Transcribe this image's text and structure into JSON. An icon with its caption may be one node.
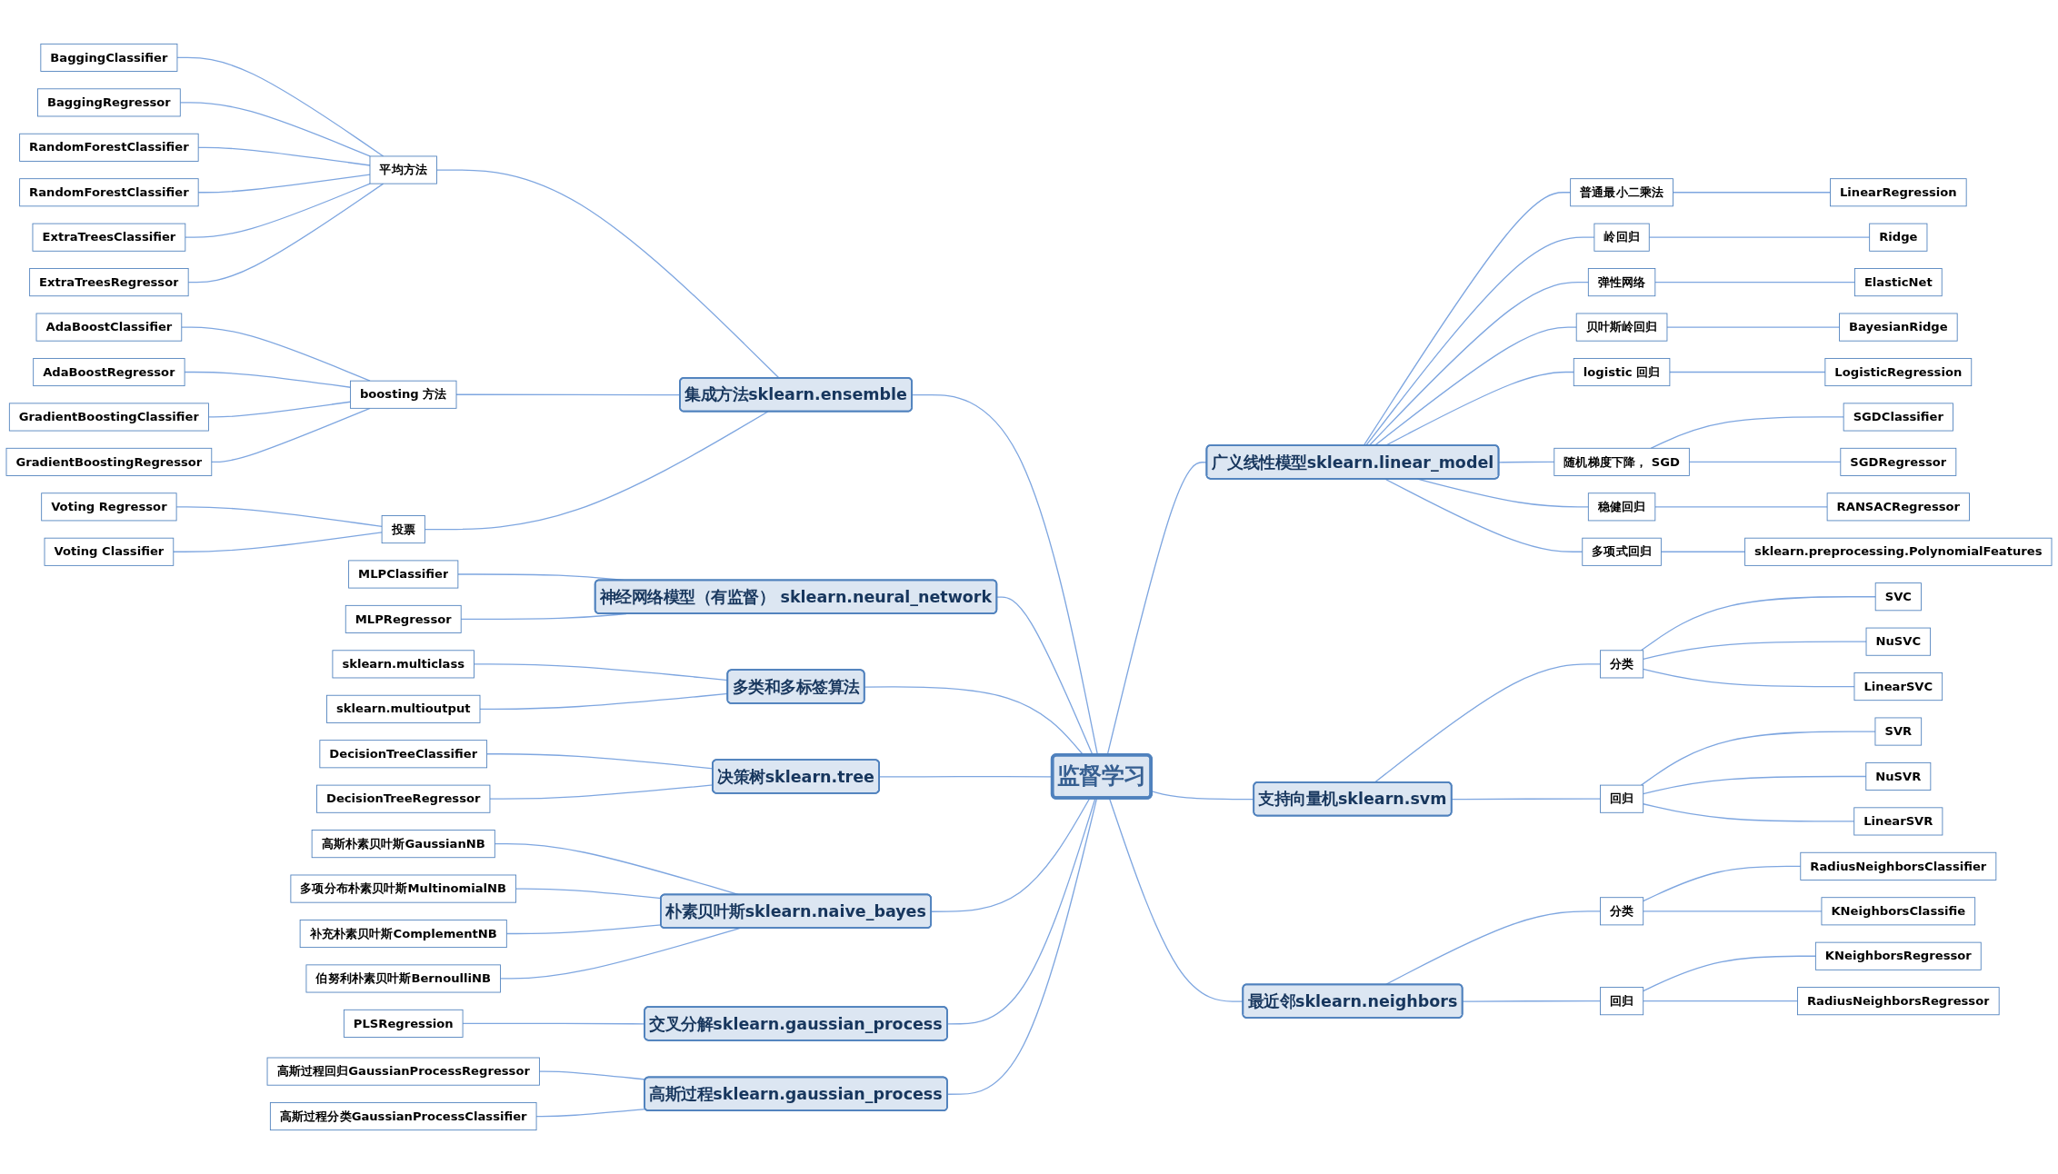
{
  "diagram": {
    "nodes": [
      {
        "text": [
          "监督学习"
        ]
      },
      {
        "text": [
          "神经网络模型（有监督） sklearn.neural_network"
        ]
      },
      {
        "text": [
          "MLPClassifier"
        ]
      },
      {
        "text": [
          "MLPRegressor"
        ]
      },
      {
        "text": [
          "多类和多标签算法"
        ]
      },
      {
        "text": [
          "sklearn.multiclass"
        ]
      },
      {
        "text": [
          "sklearn.multioutput"
        ]
      },
      {
        "text": [
          "集成方法sklearn.ensemble"
        ]
      },
      {
        "text": [
          "平均方法"
        ]
      },
      {
        "text": [
          "BaggingClassifier"
        ]
      },
      {
        "text": [
          "BaggingRegressor"
        ]
      },
      {
        "text": [
          "RandomForestClassifier"
        ]
      },
      {
        "text": [
          "RandomForestClassifier"
        ]
      },
      {
        "text": [
          "ExtraTreesClassifier"
        ]
      },
      {
        "text": [
          "ExtraTreesRegressor"
        ]
      },
      {
        "text": [
          "boosting 方法"
        ]
      },
      {
        "text": [
          "AdaBoostClassifier"
        ]
      },
      {
        "text": [
          "AdaBoostRegressor"
        ]
      },
      {
        "text": [
          "GradientBoostingClassifier"
        ]
      },
      {
        "text": [
          "GradientBoostingRegressor"
        ]
      },
      {
        "text": [
          "投票"
        ]
      },
      {
        "text": [
          "Voting Regressor"
        ]
      },
      {
        "text": [
          "Voting Classifier"
        ]
      },
      {
        "text": [
          "决策树sklearn.tree"
        ]
      },
      {
        "text": [
          "DecisionTreeClassifier"
        ]
      },
      {
        "text": [
          "DecisionTreeRegressor"
        ]
      },
      {
        "text": [
          "朴素贝叶斯sklearn.naive_bayes"
        ]
      },
      {
        "text": [
          "高斯朴素贝叶斯GaussianNB"
        ]
      },
      {
        "text": [
          "多项分布朴素贝叶斯MultinomialNB"
        ]
      },
      {
        "text": [
          "补充朴素贝叶斯ComplementNB"
        ]
      },
      {
        "text": [
          "伯努利朴素贝叶斯BernoulliNB"
        ]
      },
      {
        "text": [
          "交叉分解sklearn.gaussian_process"
        ]
      },
      {
        "text": [
          "PLSRegression"
        ]
      },
      {
        "text": [
          "高斯过程sklearn.gaussian_process"
        ]
      },
      {
        "text": [
          "高斯过程回归GaussianProcessRegressor"
        ]
      },
      {
        "text": [
          "高斯过程分类GaussianProcessClassifier"
        ]
      },
      {
        "text": [
          "广义线性模型sklearn.linear_model"
        ]
      },
      {
        "text": [
          "普通最小二乘法"
        ]
      },
      {
        "text": [
          "LinearRegression"
        ]
      },
      {
        "text": [
          "岭回归"
        ]
      },
      {
        "text": [
          "Ridge"
        ]
      },
      {
        "text": [
          "弹性网络"
        ]
      },
      {
        "text": [
          "ElasticNet"
        ]
      },
      {
        "text": [
          "贝叶斯岭回归"
        ]
      },
      {
        "text": [
          "BayesianRidge"
        ]
      },
      {
        "text": [
          "logistic 回归"
        ]
      },
      {
        "text": [
          "LogisticRegression"
        ]
      },
      {
        "text": [
          "随机梯度下降， SGD"
        ]
      },
      {
        "text": [
          "SGDClassifier"
        ]
      },
      {
        "text": [
          "SGDRegressor"
        ]
      },
      {
        "text": [
          "稳健回归"
        ]
      },
      {
        "text": [
          "RANSACRegressor"
        ]
      },
      {
        "text": [
          "多项式回归"
        ]
      },
      {
        "text": [
          "sklearn.preprocessing.PolynomialFeatures"
        ]
      },
      {
        "text": [
          "支持向量机sklearn.svm"
        ]
      },
      {
        "text": [
          "分类"
        ]
      },
      {
        "text": [
          "SVC"
        ]
      },
      {
        "text": [
          "NuSVC"
        ]
      },
      {
        "text": [
          "LinearSVC"
        ]
      },
      {
        "text": [
          "回归"
        ]
      },
      {
        "text": [
          "SVR"
        ]
      },
      {
        "text": [
          "NuSVR"
        ]
      },
      {
        "text": [
          "LinearSVR"
        ]
      },
      {
        "text": [
          "最近邻sklearn.neighbors"
        ]
      },
      {
        "text": [
          "分类"
        ]
      },
      {
        "text": [
          "RadiusNeighborsClassifier"
        ]
      },
      {
        "text": [
          "KNeighborsClassifie"
        ]
      },
      {
        "text": [
          "回归"
        ]
      },
      {
        "text": [
          "KNeighborsRegressor"
        ]
      },
      {
        "text": [
          "RadiusNeighborsRegressor"
        ]
      }
    ],
    "edges": [
      {
        "from": 9,
        "to": 8,
        "arrow": "none"
      },
      {
        "from": 10,
        "to": 8,
        "arrow": "none"
      },
      {
        "from": 11,
        "to": 8,
        "arrow": "none"
      },
      {
        "from": 12,
        "to": 8,
        "arrow": "none"
      },
      {
        "from": 13,
        "to": 8,
        "arrow": "none"
      },
      {
        "from": 14,
        "to": 8,
        "arrow": "none"
      },
      {
        "from": 8,
        "to": 7,
        "arrow": "none"
      },
      {
        "from": 16,
        "to": 15,
        "arrow": "none"
      },
      {
        "from": 17,
        "to": 15,
        "arrow": "none"
      },
      {
        "from": 18,
        "to": 15,
        "arrow": "none"
      },
      {
        "from": 19,
        "to": 15,
        "arrow": "none"
      },
      {
        "from": 15,
        "to": 7,
        "arrow": "none"
      },
      {
        "from": 21,
        "to": 20,
        "arrow": "none"
      },
      {
        "from": 22,
        "to": 20,
        "arrow": "none"
      },
      {
        "from": 20,
        "to": 7,
        "arrow": "none"
      },
      {
        "from": 7,
        "to": 0,
        "arrow": "none"
      },
      {
        "from": 2,
        "to": 1,
        "arrow": "none"
      },
      {
        "from": 3,
        "to": 1,
        "arrow": "none"
      },
      {
        "from": 1,
        "to": 0,
        "arrow": "none"
      },
      {
        "from": 5,
        "to": 4,
        "arrow": "none"
      },
      {
        "from": 6,
        "to": 4,
        "arrow": "none"
      },
      {
        "from": 4,
        "to": 0,
        "arrow": "none"
      },
      {
        "from": 24,
        "to": 23,
        "arrow": "none"
      },
      {
        "from": 25,
        "to": 23,
        "arrow": "none"
      },
      {
        "from": 23,
        "to": 0,
        "arrow": "none"
      },
      {
        "from": 27,
        "to": 26,
        "arrow": "none"
      },
      {
        "from": 28,
        "to": 26,
        "arrow": "none"
      },
      {
        "from": 29,
        "to": 26,
        "arrow": "none"
      },
      {
        "from": 30,
        "to": 26,
        "arrow": "none"
      },
      {
        "from": 26,
        "to": 0,
        "arrow": "none"
      },
      {
        "from": 32,
        "to": 31,
        "arrow": "none"
      },
      {
        "from": 31,
        "to": 0,
        "arrow": "none"
      },
      {
        "from": 34,
        "to": 33,
        "arrow": "none"
      },
      {
        "from": 35,
        "to": 33,
        "arrow": "none"
      },
      {
        "from": 33,
        "to": 0,
        "arrow": "none"
      },
      {
        "from": 0,
        "to": 36,
        "arrow": "none"
      },
      {
        "from": 36,
        "to": 37,
        "arrow": "none"
      },
      {
        "from": 37,
        "to": 38,
        "arrow": "none"
      },
      {
        "from": 36,
        "to": 39,
        "arrow": "none"
      },
      {
        "from": 39,
        "to": 40,
        "arrow": "none"
      },
      {
        "from": 36,
        "to": 41,
        "arrow": "none"
      },
      {
        "from": 41,
        "to": 42,
        "arrow": "none"
      },
      {
        "from": 36,
        "to": 43,
        "arrow": "none"
      },
      {
        "from": 43,
        "to": 44,
        "arrow": "none"
      },
      {
        "from": 36,
        "to": 45,
        "arrow": "none"
      },
      {
        "from": 45,
        "to": 46,
        "arrow": "none"
      },
      {
        "from": 36,
        "to": 47,
        "arrow": "none"
      },
      {
        "from": 47,
        "to": 48,
        "arrow": "none"
      },
      {
        "from": 47,
        "to": 49,
        "arrow": "none"
      },
      {
        "from": 36,
        "to": 50,
        "arrow": "none"
      },
      {
        "from": 50,
        "to": 51,
        "arrow": "none"
      },
      {
        "from": 36,
        "to": 52,
        "arrow": "none"
      },
      {
        "from": 52,
        "to": 53,
        "arrow": "none"
      },
      {
        "from": 0,
        "to": 54,
        "arrow": "none"
      },
      {
        "from": 54,
        "to": 55,
        "arrow": "none"
      },
      {
        "from": 55,
        "to": 56,
        "arrow": "none"
      },
      {
        "from": 55,
        "to": 57,
        "arrow": "none"
      },
      {
        "from": 55,
        "to": 58,
        "arrow": "none"
      },
      {
        "from": 54,
        "to": 59,
        "arrow": "none"
      },
      {
        "from": 59,
        "to": 60,
        "arrow": "none"
      },
      {
        "from": 59,
        "to": 61,
        "arrow": "none"
      },
      {
        "from": 59,
        "to": 62,
        "arrow": "none"
      },
      {
        "from": 0,
        "to": 63,
        "arrow": "none"
      },
      {
        "from": 63,
        "to": 64,
        "arrow": "none"
      },
      {
        "from": 64,
        "to": 65,
        "arrow": "none"
      },
      {
        "from": 64,
        "to": 66,
        "arrow": "none"
      },
      {
        "from": 63,
        "to": 67,
        "arrow": "none"
      },
      {
        "from": 67,
        "to": 68,
        "arrow": "none"
      },
      {
        "from": 67,
        "to": 69,
        "arrow": "none"
      }
    ]
  }
}
